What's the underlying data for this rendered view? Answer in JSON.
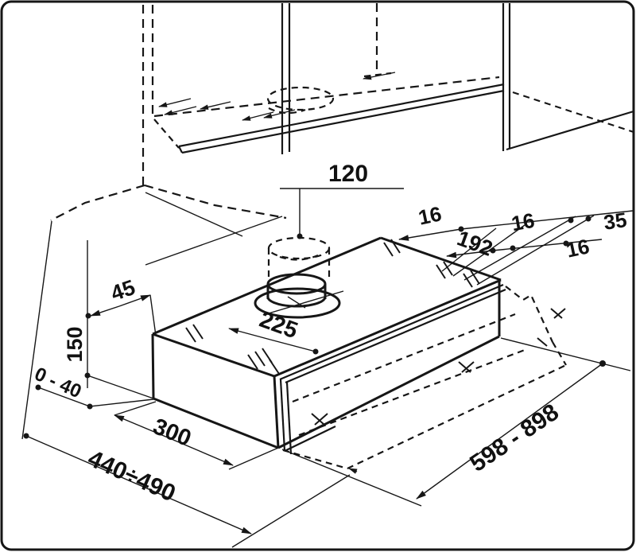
{
  "diagram": {
    "kind": "cooker-hood installation drawing",
    "units_note": "",
    "dimensions": {
      "duct_leader": "120",
      "top_16_a": "16",
      "top_16_b": "16",
      "top_35": "35",
      "top_192": "192",
      "top_16_c": "16",
      "left_45": "45",
      "left_150": "150",
      "left_0_40": "0 - 40",
      "top_face_225": "225",
      "bottom_300": "300",
      "bottom_440_490": "440÷490",
      "bottom_598_898": "598 - 898"
    },
    "line_color": "#161616",
    "background": "#ffffff"
  }
}
